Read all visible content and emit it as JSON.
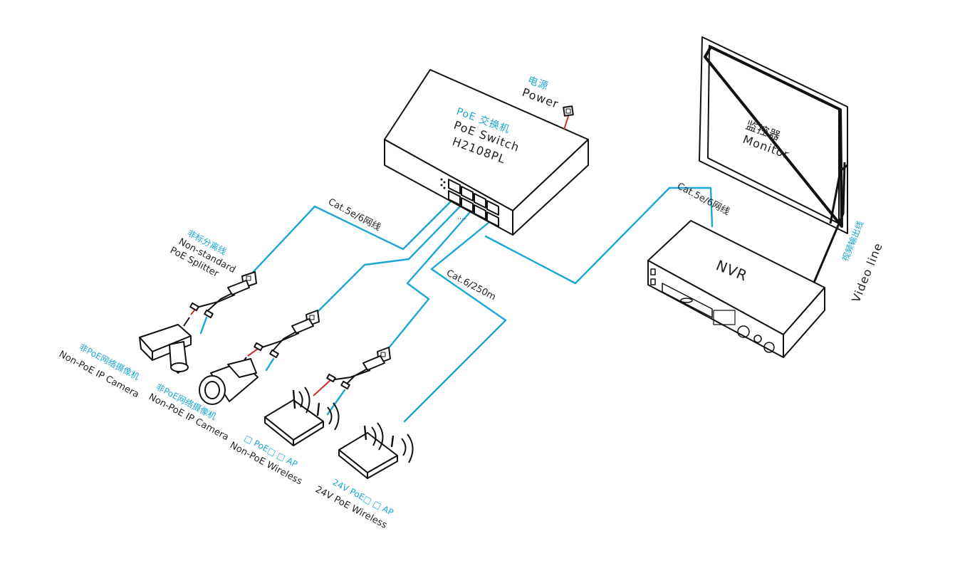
{
  "switch": {
    "name_cn": "PoE 交换机",
    "name_en": "PoE Switch",
    "model": "H2108PL"
  },
  "power": {
    "label_cn": "电源",
    "label_en": "Power"
  },
  "monitor": {
    "label_cn": "监控器",
    "label_en": "Monitor"
  },
  "nvr": {
    "label": "NVR"
  },
  "video_line": {
    "label_cn": "视频输出线",
    "label_en": "Video line"
  },
  "cables": {
    "left": "Cat.5e/6网线",
    "right": "Cat.5e/6网线",
    "long": "Cat.6/250m"
  },
  "splitter": {
    "label_cn": "非标分离线",
    "label_en_1": "Non-standard",
    "label_en_2": "PoE Splitter"
  },
  "camera_box": {
    "label_cn": "非PoE网络摄像机",
    "label_en": "Non-PoE IP Camera"
  },
  "camera_bullet": {
    "label_cn": "非PoE网络摄像机",
    "label_en": "Non-PoE IP Camera"
  },
  "ap_nonpoe": {
    "label_cn": "□ PoE□ □ AP",
    "label_en": "Non-PoE  Wireless"
  },
  "ap_poe": {
    "label_cn": "24V PoE□ □ AP",
    "label_en": "24V PoE Wireless"
  },
  "colors": {
    "cable": "#1aa7d6",
    "power_wire": "#d42a2a",
    "outline": "#111111"
  }
}
